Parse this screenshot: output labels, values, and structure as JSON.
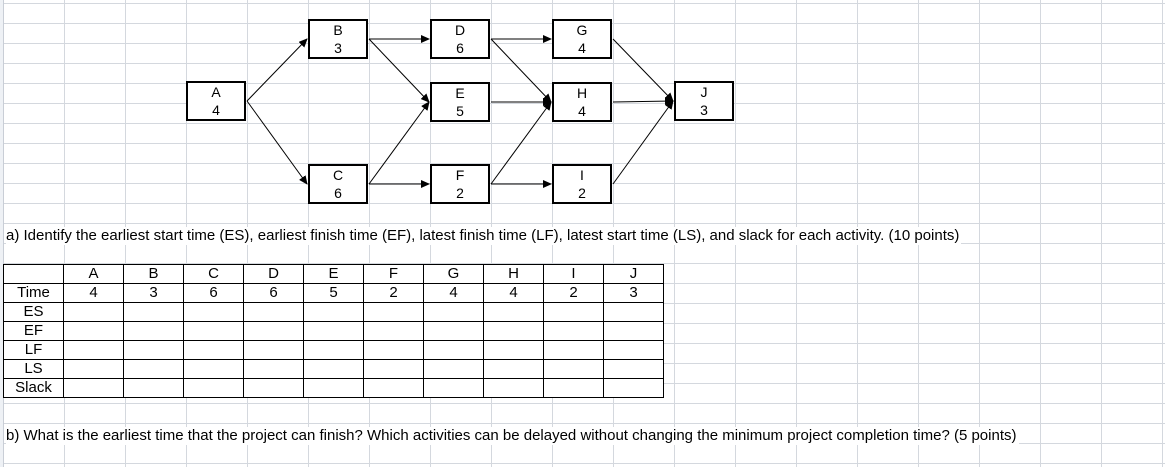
{
  "activities": [
    {
      "name": "A",
      "time": "4"
    },
    {
      "name": "B",
      "time": "3"
    },
    {
      "name": "C",
      "time": "6"
    },
    {
      "name": "D",
      "time": "6"
    },
    {
      "name": "E",
      "time": "5"
    },
    {
      "name": "F",
      "time": "2"
    },
    {
      "name": "G",
      "time": "4"
    },
    {
      "name": "H",
      "time": "4"
    },
    {
      "name": "I",
      "time": "2"
    },
    {
      "name": "J",
      "time": "3"
    }
  ],
  "edges": [
    [
      "A",
      "B"
    ],
    [
      "A",
      "C"
    ],
    [
      "B",
      "D"
    ],
    [
      "B",
      "E"
    ],
    [
      "C",
      "E"
    ],
    [
      "C",
      "F"
    ],
    [
      "D",
      "G"
    ],
    [
      "D",
      "H"
    ],
    [
      "E",
      "H"
    ],
    [
      "F",
      "H"
    ],
    [
      "F",
      "I"
    ],
    [
      "G",
      "J"
    ],
    [
      "H",
      "J"
    ],
    [
      "I",
      "J"
    ]
  ],
  "question_a": "a) Identify the earliest start time (ES), earliest finish time (EF), latest finish time (LF), latest start time (LS), and slack for each activity. (10 points)",
  "question_b": "b) What is the earliest time that the project can finish? Which activities can be delayed without changing the minimum project completion time? (5 points)",
  "table": {
    "header": [
      "A",
      "B",
      "C",
      "D",
      "E",
      "F",
      "G",
      "H",
      "I",
      "J"
    ],
    "rows": [
      {
        "label": "Time",
        "values": [
          "4",
          "3",
          "6",
          "6",
          "5",
          "2",
          "4",
          "4",
          "2",
          "3"
        ]
      },
      {
        "label": "ES",
        "values": [
          "",
          "",
          "",
          "",
          "",
          "",
          "",
          "",
          "",
          ""
        ]
      },
      {
        "label": "EF",
        "values": [
          "",
          "",
          "",
          "",
          "",
          "",
          "",
          "",
          "",
          ""
        ]
      },
      {
        "label": "LF",
        "values": [
          "",
          "",
          "",
          "",
          "",
          "",
          "",
          "",
          "",
          ""
        ]
      },
      {
        "label": "LS",
        "values": [
          "",
          "",
          "",
          "",
          "",
          "",
          "",
          "",
          "",
          ""
        ]
      },
      {
        "label": "Slack",
        "values": [
          "",
          "",
          "",
          "",
          "",
          "",
          "",
          "",
          "",
          ""
        ]
      }
    ]
  }
}
